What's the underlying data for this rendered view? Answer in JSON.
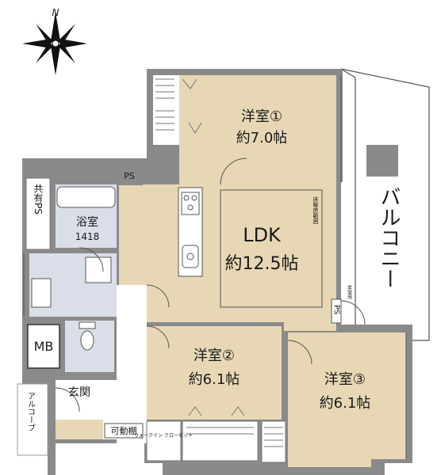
{
  "compass": {
    "north_label": "N"
  },
  "rooms": {
    "western_room_1": {
      "name": "洋室①",
      "size": "約7.0帖"
    },
    "ldk": {
      "name": "LDK",
      "size": "約12.5帖",
      "floor_heating": "床暖房範囲"
    },
    "western_room_2": {
      "name": "洋室②",
      "size": "約6.1帖"
    },
    "western_room_3": {
      "name": "洋室③",
      "size": "約6.1帖"
    },
    "bath": {
      "name": "浴室",
      "size": "1418"
    },
    "balcony": {
      "name": "バルコニー"
    },
    "entrance": {
      "name": "玄関"
    },
    "alcove": {
      "name": "アルコーブ"
    }
  },
  "labels": {
    "shared_ps": "共有PS",
    "ps_top": "PS",
    "ps_right": "PS",
    "mb": "MB",
    "movable_shelf": "可動棚",
    "service_balcony_note": "非常用",
    "closet_note": "ウォークイン クローゼット"
  },
  "colors": {
    "wood_floor": "#e8d7b5",
    "wall": "#8a8a8a",
    "wet_area": "#d9dee8",
    "outline": "#444444"
  }
}
